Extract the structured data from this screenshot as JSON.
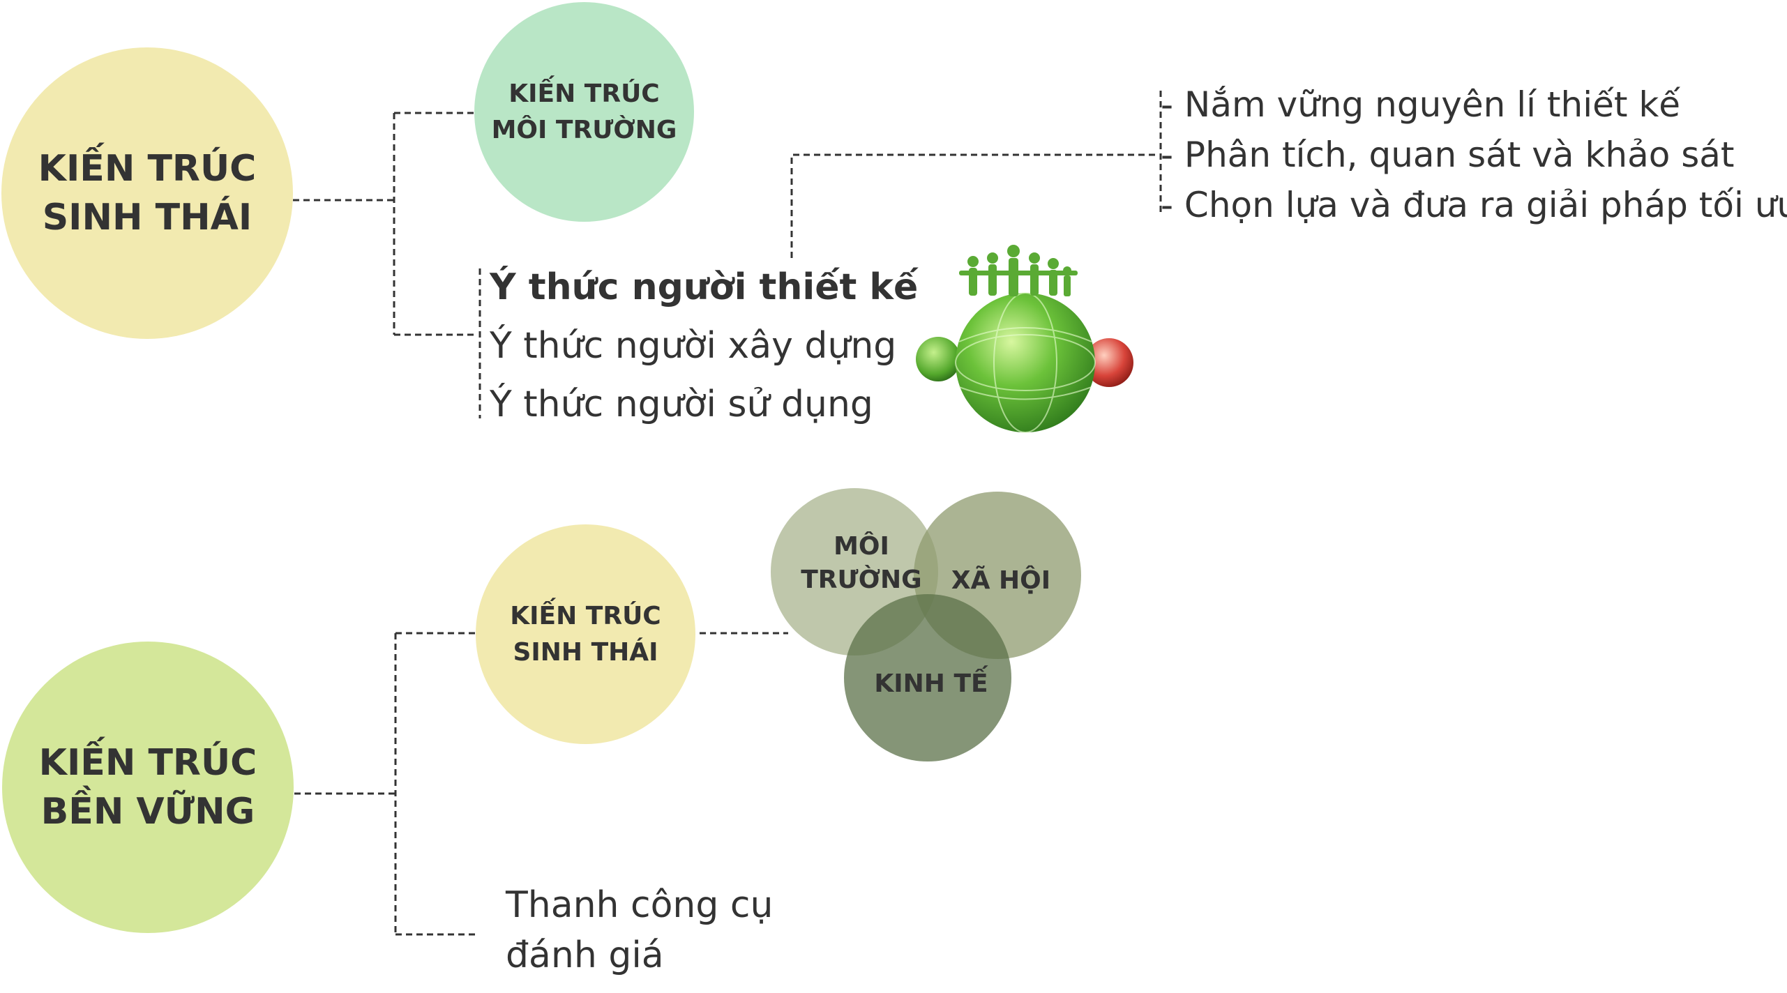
{
  "diagram": {
    "section_1": {
      "main": "KIẾN TRÚC\nSINH THÁI",
      "child_circle": "KIẾN TRÚC\nMÔI TRƯỜNG",
      "awareness": [
        "Ý thức người thiết kế",
        "Ý thức người xây dựng",
        "Ý thức người sử dụng"
      ],
      "designer_tasks": [
        "- Nắm vững nguyên lí thiết kế",
        "- Phân tích, quan sát và khảo sát",
        "- Chọn lựa và đưa ra giải pháp tối ưu"
      ]
    },
    "section_2": {
      "main": "KIẾN TRÚC\nBỀN VỮNG",
      "child_circle": "KIẾN TRÚC\nSINH THÁI",
      "venn": [
        "MÔI\nTRƯỜNG",
        "XÃ HỘI",
        "KINH TẾ"
      ],
      "tool_line1": "Thanh công cụ",
      "tool_line2": "đánh giá"
    }
  },
  "colors": {
    "cream": "#f2eab0",
    "mint": "#b9e6c6",
    "light_green": "#d4e79a",
    "venn_environment": "#a9b48f",
    "venn_society": "#8f9b6f",
    "venn_economy": "#5c724a",
    "text": "#333333"
  }
}
